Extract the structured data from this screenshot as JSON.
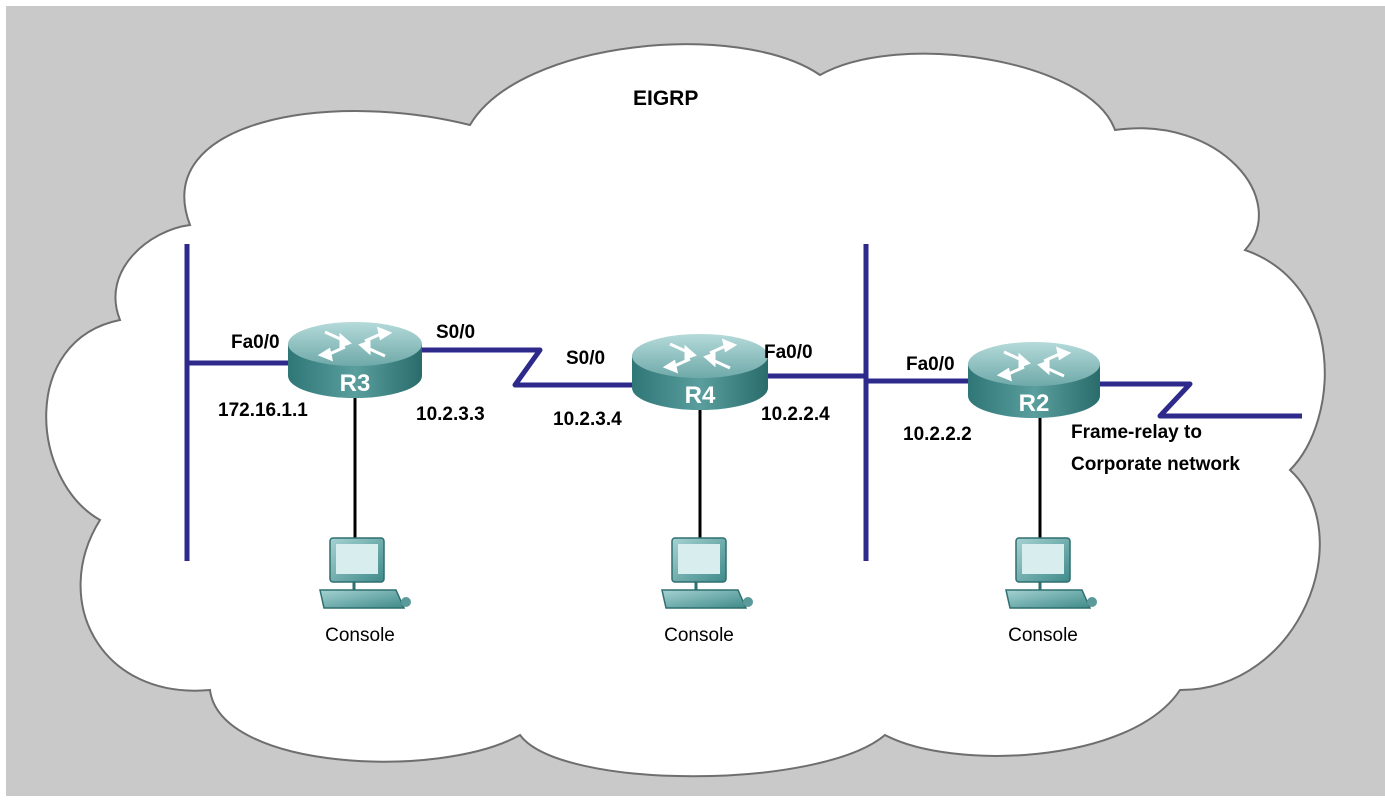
{
  "diagram": {
    "title": "EIGRP",
    "colors": {
      "background": "#c9c9c9",
      "cloud": "#ffffff",
      "link": "#2e2a8c",
      "router_top": "#8fc4c4",
      "router_body": "#3f8f8f",
      "pc": "#6aa6a6"
    },
    "routers": [
      {
        "name": "R3",
        "interfaces": [
          "Fa0/0",
          "S0/0"
        ],
        "addresses": [
          "172.16.1.1",
          "10.2.3.3"
        ]
      },
      {
        "name": "R4",
        "interfaces": [
          "S0/0",
          "Fa0/0"
        ],
        "addresses": [
          "10.2.3.4",
          "10.2.2.4"
        ]
      },
      {
        "name": "R2",
        "interfaces": [
          "Fa0/0"
        ],
        "addresses": [
          "10.2.2.2"
        ]
      }
    ],
    "frame_relay": [
      "Frame-relay to",
      "Corporate network"
    ],
    "consoles": [
      "Console",
      "Console",
      "Console"
    ]
  }
}
